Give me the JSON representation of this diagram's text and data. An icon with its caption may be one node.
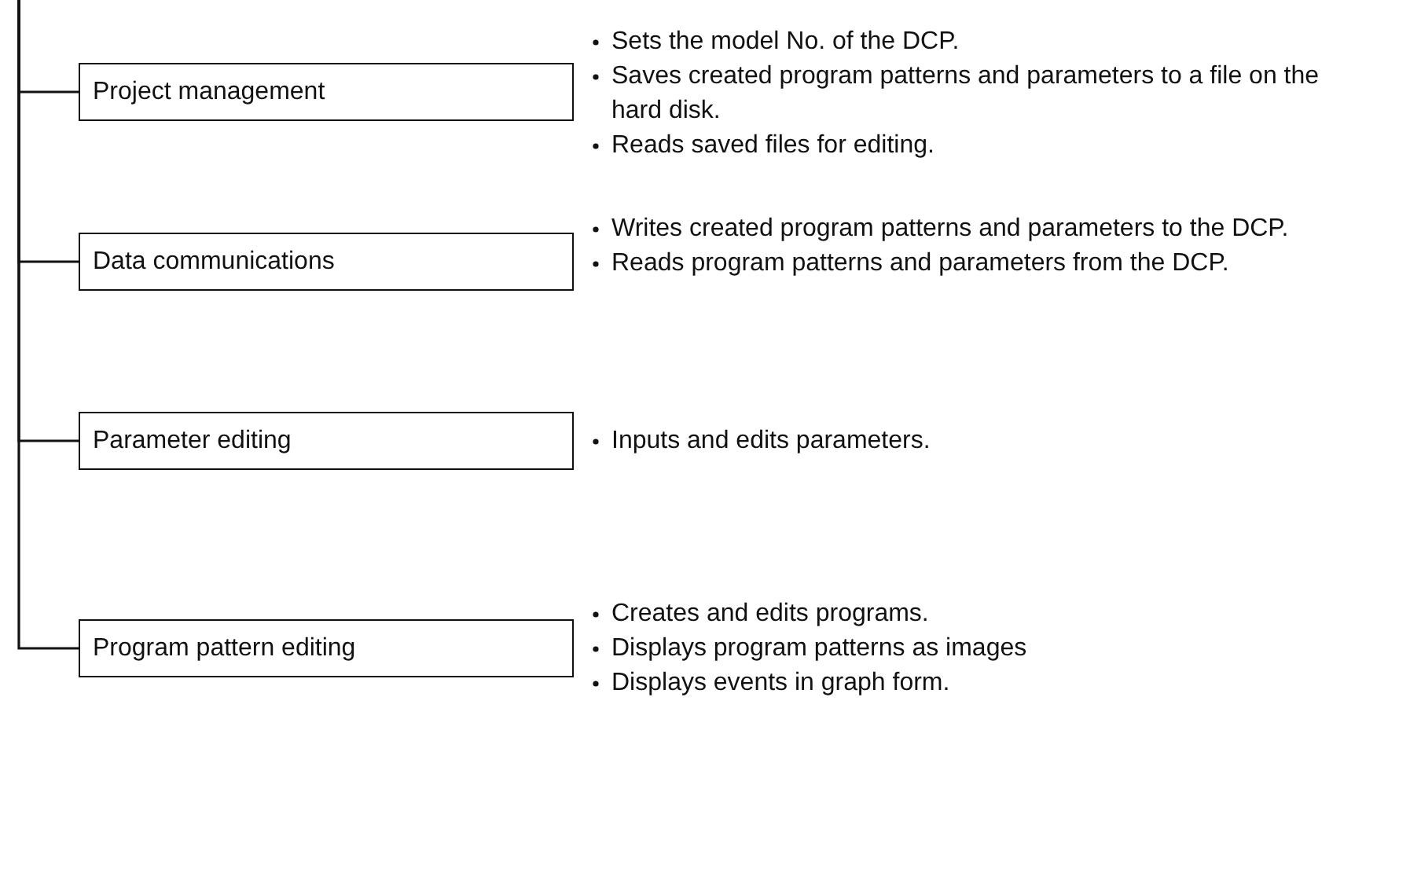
{
  "diagram": {
    "nodes": [
      {
        "text": [
          "Project management"
        ],
        "beside": [
          "Sets the model No. of the DCP.",
          "Saves created program patterns and parameters to a file on the hard disk.",
          "Reads saved files for editing."
        ]
      },
      {
        "text": [
          "Data communications"
        ],
        "beside": [
          "Writes created program patterns and parameters to the DCP.",
          "Reads program patterns and parameters from the DCP."
        ]
      },
      {
        "text": [
          "Parameter editing"
        ],
        "beside": [
          "Inputs and edits parameters."
        ]
      },
      {
        "text": [
          "Program pattern editing"
        ],
        "beside": [
          "Creates and edits programs.",
          "Displays program patterns as images",
          "Displays events in graph form."
        ]
      }
    ],
    "edges": [
      {
        "from": null,
        "to": 0,
        "arrow": "none"
      },
      {
        "from": null,
        "to": 1,
        "arrow": "none"
      },
      {
        "from": null,
        "to": 2,
        "arrow": "none"
      },
      {
        "from": null,
        "to": 3,
        "arrow": "none"
      }
    ]
  }
}
